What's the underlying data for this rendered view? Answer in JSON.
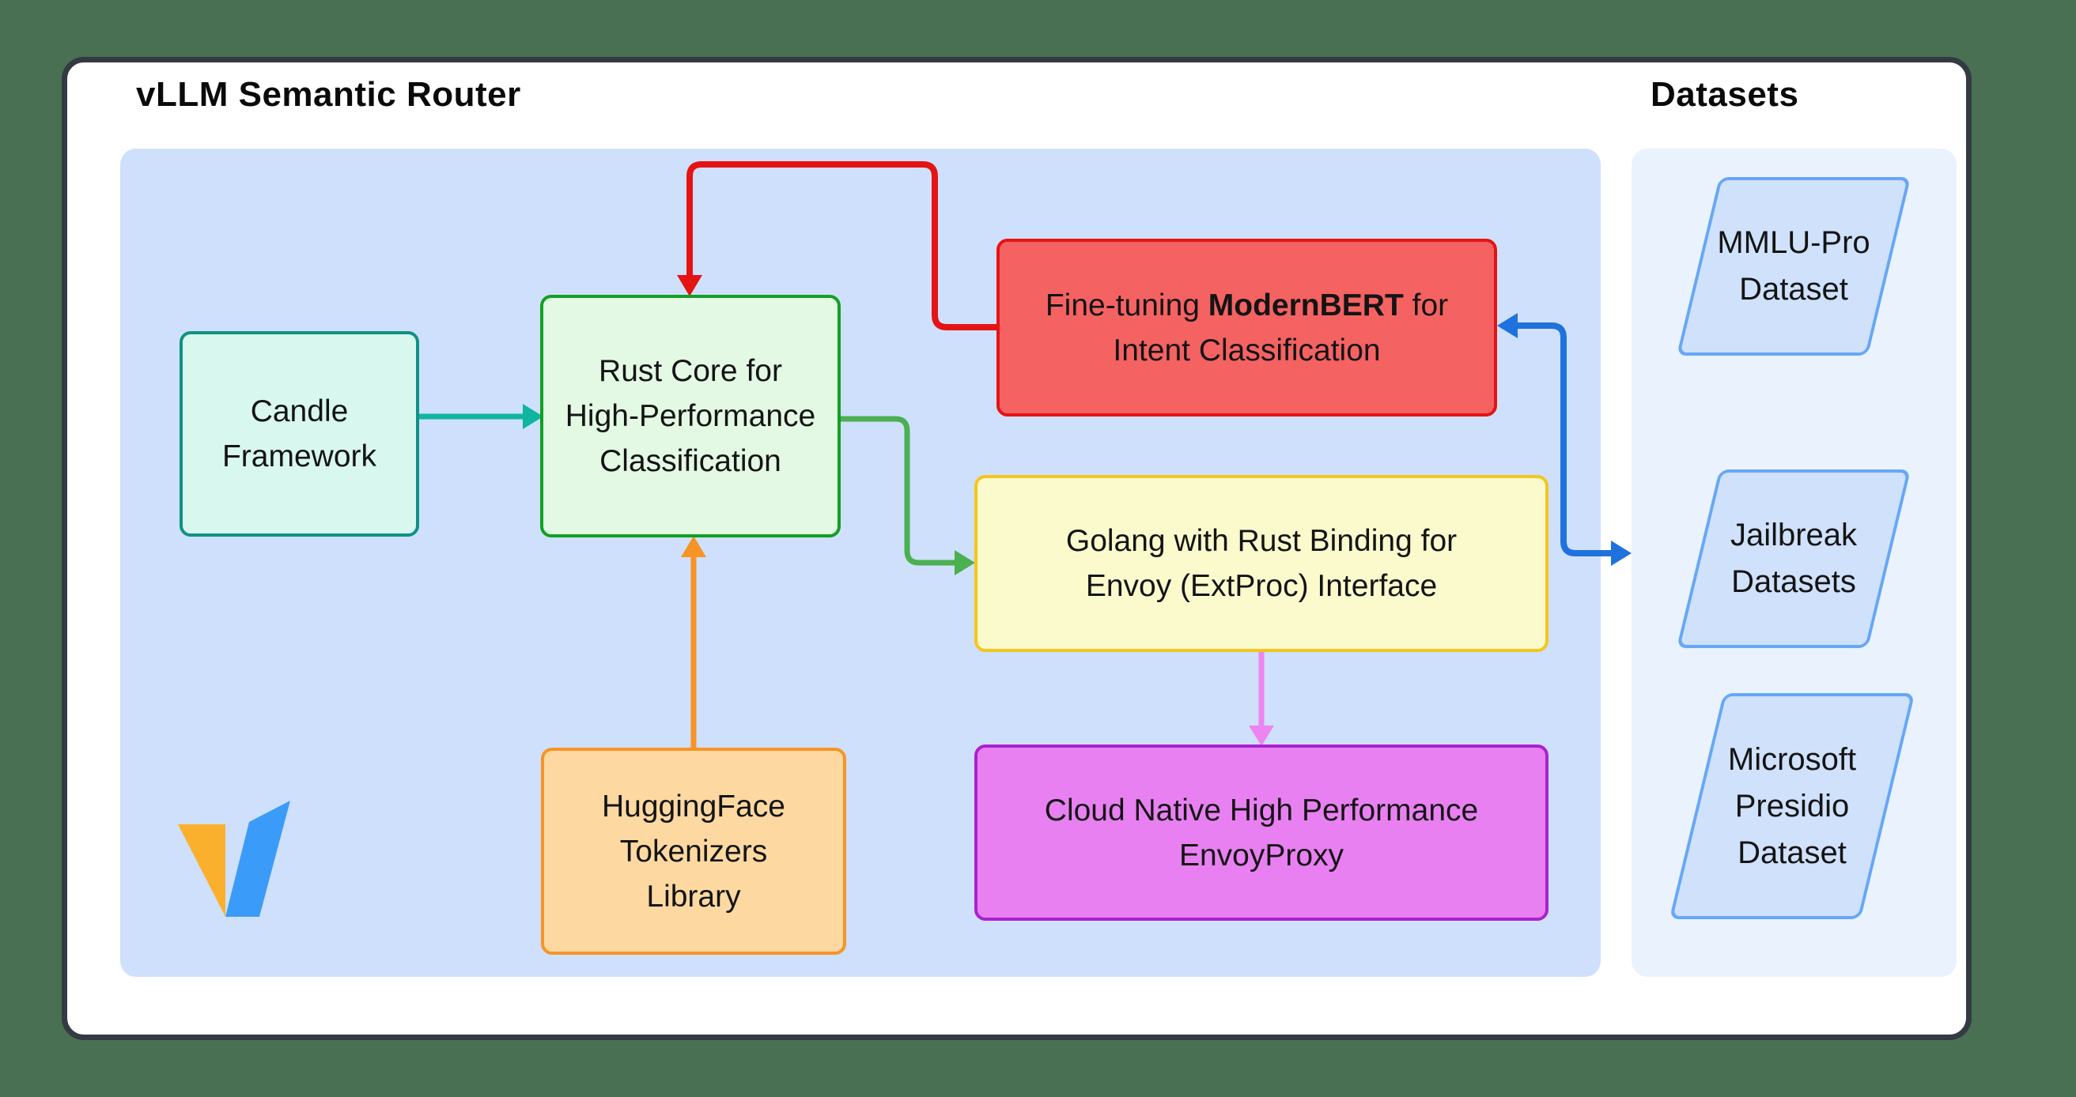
{
  "header": {
    "title": "vLLM Semantic Router",
    "datasets_heading": "Datasets"
  },
  "nodes": {
    "candle": {
      "line1": "Candle",
      "line2": "Framework"
    },
    "rust_core": {
      "line1": "Rust Core for",
      "line2": "High-Performance",
      "line3": "Classification"
    },
    "modernbert": {
      "line1_prefix": "Fine-tuning ",
      "line1_bold": "ModernBERT",
      "line1_suffix": " for",
      "line2": "Intent Classification"
    },
    "golang": {
      "line1": "Golang with Rust Binding for",
      "line2": "Envoy (ExtProc) Interface"
    },
    "huggingface": {
      "line1": "HuggingFace",
      "line2": "Tokenizers",
      "line3": "Library"
    },
    "envoyproxy": {
      "line1": "Cloud Native High Performance",
      "line2": "EnvoyProxy"
    }
  },
  "datasets": {
    "mmlu": {
      "line1": "MMLU-Pro",
      "line2": "Dataset"
    },
    "jailbreak": {
      "line1": "Jailbreak",
      "line2": "Datasets"
    },
    "presidio": {
      "line1": "Microsoft",
      "line2": "Presidio",
      "line3": "Dataset"
    }
  },
  "edges": [
    {
      "from": "candle",
      "to": "rust_core",
      "color": "#10b5a2",
      "bidirectional": false
    },
    {
      "from": "modernbert",
      "to": "rust_core",
      "color": "#e51414",
      "bidirectional": false
    },
    {
      "from": "rust_core",
      "to": "golang",
      "color": "#4bb050",
      "bidirectional": false
    },
    {
      "from": "huggingface",
      "to": "rust_core",
      "color": "#f79426",
      "bidirectional": false
    },
    {
      "from": "golang",
      "to": "envoyproxy",
      "color": "#ec85f0",
      "bidirectional": false
    },
    {
      "from": "modernbert",
      "to": "jailbreak",
      "color": "#1f72dd",
      "bidirectional": true
    }
  ],
  "colors": {
    "outer_background": "#4a7053",
    "card_background": "#ffffff",
    "card_border": "#333a42",
    "router_panel": "#cfe0fc",
    "datasets_panel": "#eaf2fd",
    "candle_fill": "#d8f7ee",
    "candle_border": "#0e9282",
    "rust_fill": "#e3f9e3",
    "rust_border": "#11a022",
    "modernbert_fill": "#f56262",
    "modernbert_border": "#e51414",
    "golang_fill": "#fafacd",
    "golang_border": "#f6c51c",
    "huggingface_fill": "#fdd9a1",
    "huggingface_border": "#f79426",
    "envoyproxy_fill": "#e980f2",
    "envoyproxy_border": "#aa22cf",
    "dataset_fill": "#cfe1fb",
    "dataset_border": "#66a7f7",
    "arrow_teal": "#10b5a2",
    "arrow_green": "#4bb050",
    "arrow_red": "#e51414",
    "arrow_orange": "#f79426",
    "arrow_violet": "#ec85f0",
    "arrow_blue": "#1f72dd",
    "logo_orange": "#fbb02d",
    "logo_blue": "#3b9bf8"
  }
}
